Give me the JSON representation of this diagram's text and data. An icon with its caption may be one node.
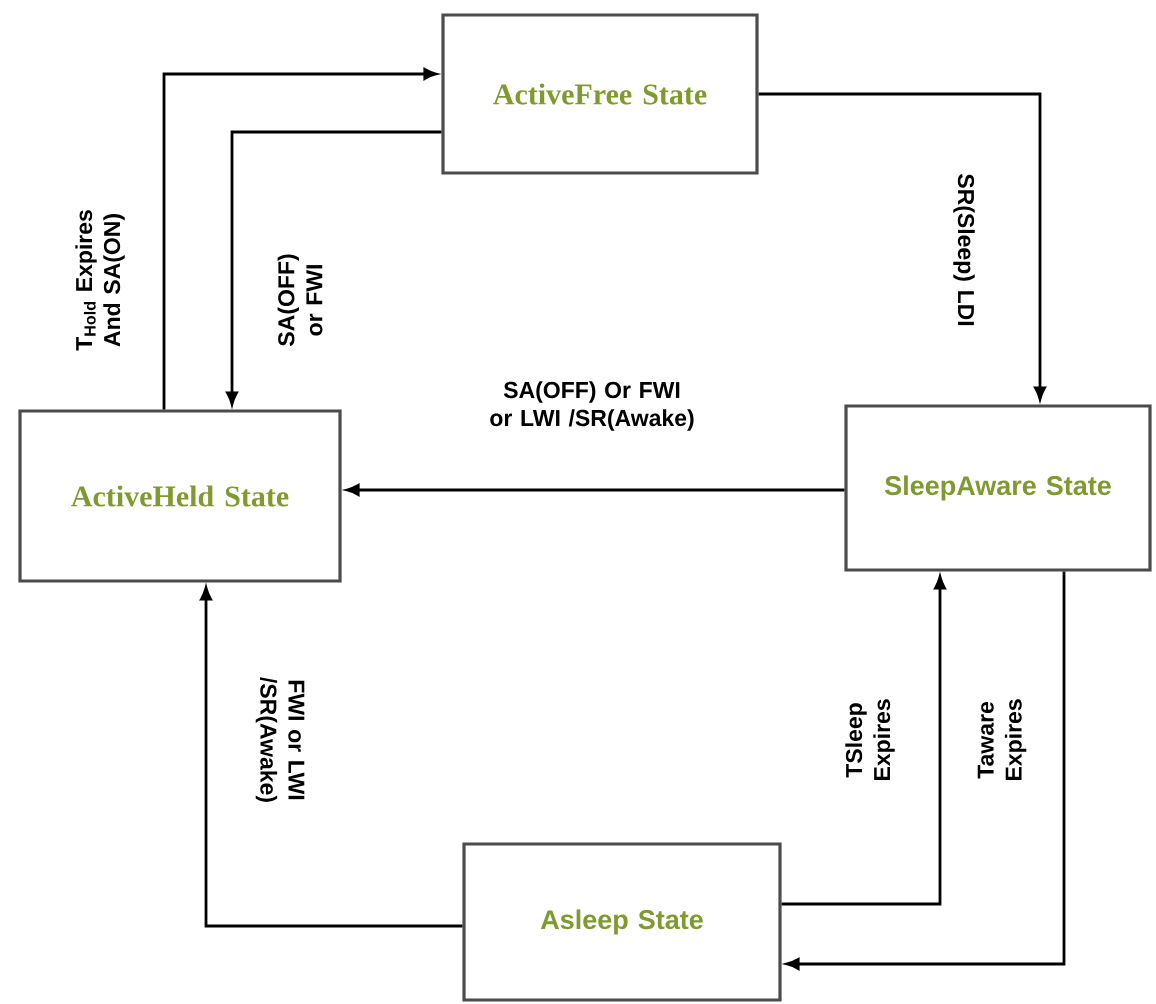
{
  "diagram": {
    "nodes": [
      {
        "text": [
          "ActiveFree State"
        ]
      },
      {
        "text": [
          "ActiveHeld State"
        ]
      },
      {
        "text": [
          "SleepAware State"
        ]
      },
      {
        "text": [
          "Asleep State"
        ]
      }
    ],
    "edges": [
      {
        "from": 1,
        "to": 0,
        "arrow": "to",
        "label": "T$_{Hold}$ Expires And SA(ON)"
      },
      {
        "from": 0,
        "to": 1,
        "arrow": "to",
        "label": "SA(OFF) or FWI"
      },
      {
        "from": 0,
        "to": 2,
        "arrow": "to",
        "label": "SR(Sleep) LDI"
      },
      {
        "from": 2,
        "to": 1,
        "arrow": "to",
        "label": "SA(OFF) Or FWI or LWI /SR(Awake)"
      },
      {
        "from": 3,
        "to": 1,
        "arrow": "to",
        "label": "FWI or LWI /SR(Awake)"
      },
      {
        "from": 3,
        "to": 2,
        "arrow": "to",
        "label": "TSleep Expires"
      },
      {
        "from": 2,
        "to": 3,
        "arrow": "to",
        "label": "Taware Expires"
      }
    ]
  }
}
